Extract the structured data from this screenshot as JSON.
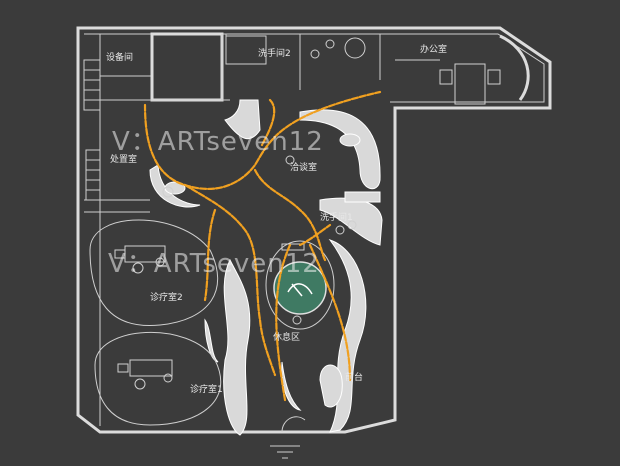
{
  "rooms": {
    "equipment": "设备间",
    "restroom2": "洗手间2",
    "office": "办公室",
    "disposal": "处置室",
    "consult": "洽谈室",
    "restroom1": "洗手间1",
    "treatment2": "诊疗室2",
    "rest_area": "休息区",
    "reception": "前台",
    "treatment1": "诊疗室1"
  },
  "watermarks": [
    "V：ARTseven12",
    "V：ARTseven12"
  ],
  "colors": {
    "background": "#3b3b3b",
    "walls": "#dcdcdc",
    "path": "#f0a020",
    "feature": "#3f7a63"
  }
}
